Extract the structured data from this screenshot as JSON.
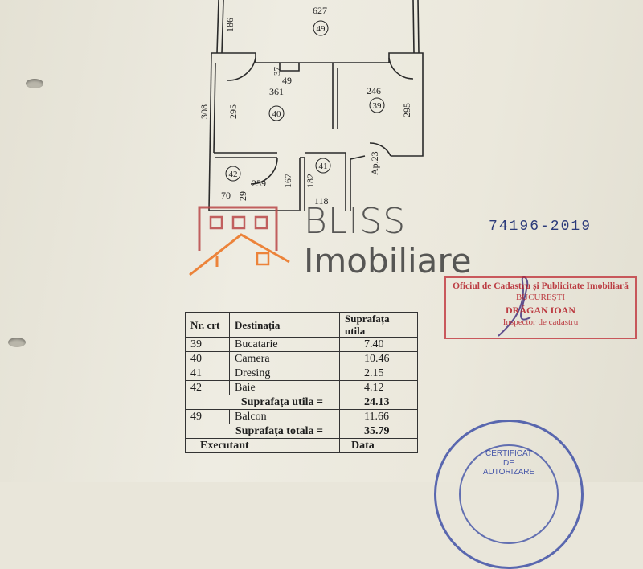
{
  "plan": {
    "dims": {
      "d627": "627",
      "d186": "186",
      "d308": "308",
      "d295a": "295",
      "d295b": "295",
      "d37": "37",
      "d49": "49",
      "d361": "361",
      "d246": "246",
      "d259": "259",
      "d167": "167",
      "d182": "182",
      "d118": "118",
      "d70": "70",
      "d29": "29",
      "dap": "Ap.23"
    },
    "rooms": {
      "r49": "49",
      "r40": "40",
      "r39": "39",
      "r42": "42",
      "r41": "41"
    }
  },
  "watermark": {
    "line1": "BLISS",
    "line2": "Imobiliare"
  },
  "serial": "74196-2019",
  "stamp": {
    "line1": "Oficiul de Cadastru și Publicitate Imobiliară",
    "line2": "BUCUREȘTI",
    "line3": "DRĂGAN IOAN",
    "line4": "Inspector de cadastru"
  },
  "table": {
    "headers": {
      "nr": "Nr. crt",
      "dest": "Destinația",
      "supr": "Suprafața utila"
    },
    "rows": [
      {
        "nr": "39",
        "dest": "Bucatarie",
        "val": "7.40"
      },
      {
        "nr": "40",
        "dest": "Camera",
        "val": "10.46"
      },
      {
        "nr": "41",
        "dest": "Dresing",
        "val": "2.15"
      },
      {
        "nr": "42",
        "dest": "Baie",
        "val": "4.12"
      }
    ],
    "util_label": "Suprafața utila =",
    "util_value": "24.13",
    "balcon": {
      "nr": "49",
      "dest": "Balcon",
      "val": "11.66"
    },
    "total_label": "Suprafața totala =",
    "total_value": "35.79",
    "exec_label": "Executant",
    "data_label": "Data"
  },
  "round_stamp": {
    "line1": "CERTIFICAT",
    "line2": "DE",
    "line3": "AUTORIZARE"
  }
}
